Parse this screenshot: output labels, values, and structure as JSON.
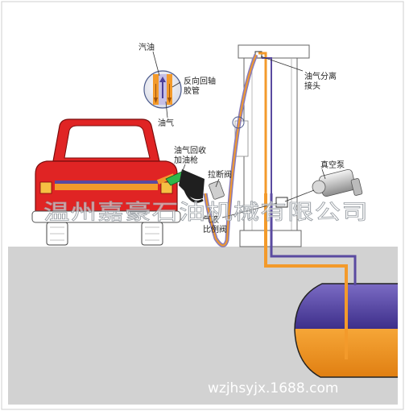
{
  "labels": {
    "gasoline": "汽油",
    "coaxial_hose": "反向回轴胶管",
    "vapor": "油气",
    "separator": "油气分离接头",
    "nozzle": "油气回收加油枪",
    "breakaway": "拉断阀",
    "vacuum_pump": "真空泵",
    "ratio_valve": "气液比例阀"
  },
  "watermark": {
    "company": "温州嘉豪石油机械有限公司",
    "url": "wzjhsyjx.1688.com"
  },
  "colors": {
    "ground": "#d2d2d2",
    "car_body": "#e02424",
    "fuel": "#f39a2b",
    "vapor": "#5a4aa0",
    "dispenser": "#ffffff",
    "nozzle": "#2fb84a"
  }
}
